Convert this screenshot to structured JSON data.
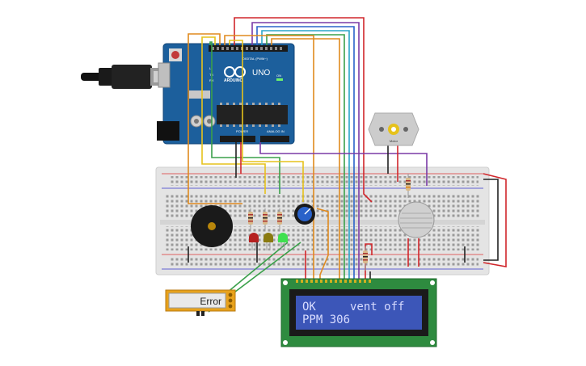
{
  "arduino": {
    "brand": "ARDUINO",
    "model": "UNO",
    "digital_label": "DIGITAL (PWM~)",
    "analog_label": "ANALOG IN",
    "power_label": "POWER",
    "on_label": "ON",
    "tx_label": "TX",
    "rx_label": "RX",
    "l_label": "L"
  },
  "lcd": {
    "line1": "OK     vent off",
    "line2": "PPM 306"
  },
  "label_widget": {
    "text": "Error"
  },
  "motor": {
    "label": "Motor"
  },
  "colors": {
    "board_blue": "#1c5f9c",
    "breadboard": "#e4e4e4",
    "lcd_green": "#2e8b3f",
    "lcd_screen": "#3c56b8",
    "lcd_text": "#d8dcff",
    "wire_red": "#d0262b",
    "wire_orange": "#e08a1e",
    "wire_yellow": "#e6c21b",
    "wire_green": "#3aa04a",
    "wire_blue": "#2a62c9",
    "wire_cyan": "#2aa6c9",
    "wire_purple": "#7a3aa6",
    "wire_black": "#222222"
  }
}
